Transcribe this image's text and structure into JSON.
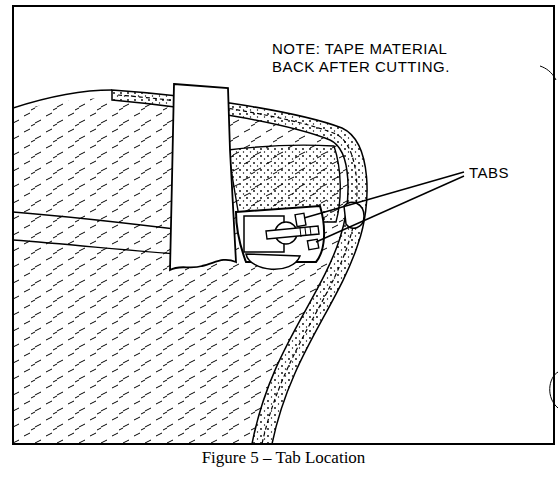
{
  "diagram": {
    "caption": "Figure 5 – Tab Location",
    "labels": [
      "NOTE: TAPE MATERIAL BACK AFTER CUTTING.",
      "TABS"
    ]
  }
}
